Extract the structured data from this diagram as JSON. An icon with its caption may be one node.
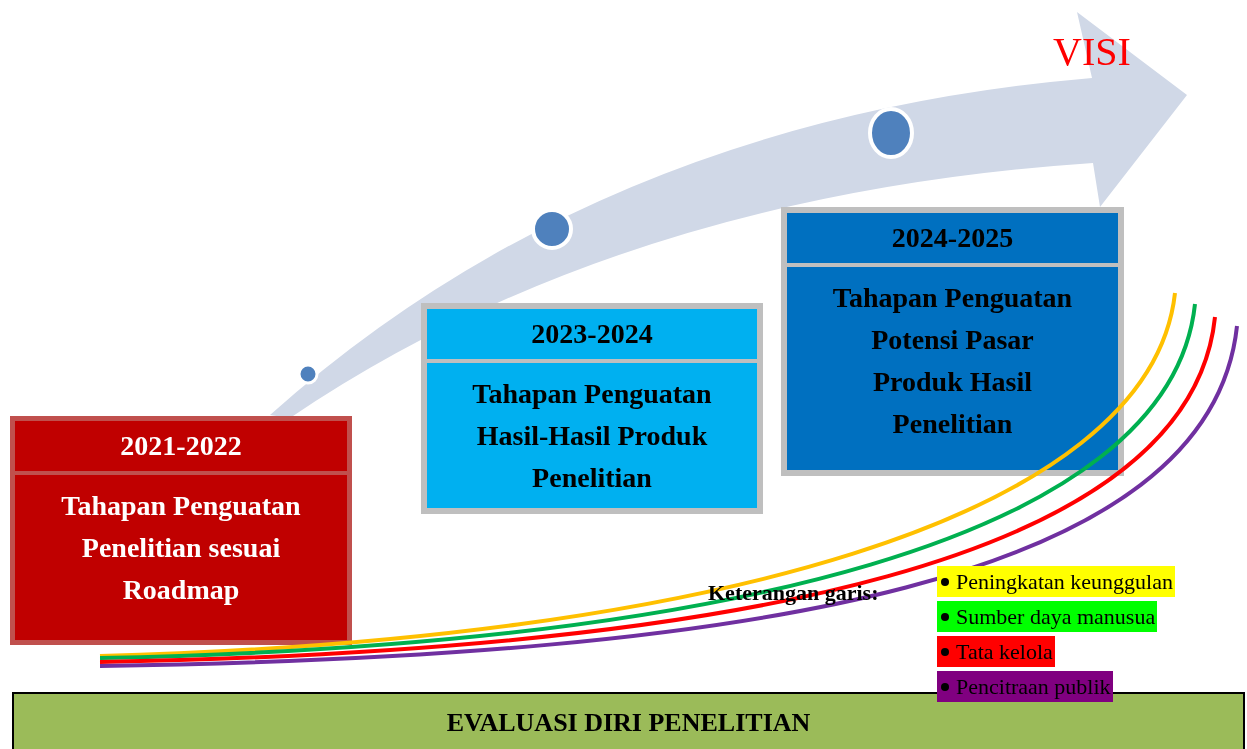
{
  "diagram": {
    "nodes": [
      {
        "text": [
          "2021-2022",
          "Tahapan Penguatan Penelitian sesuai Roadmap"
        ]
      },
      {
        "text": [
          "2023-2024",
          "Tahapan Penguatan Hasil-Hasil Produk Penelitian"
        ]
      },
      {
        "text": [
          "2024-2025",
          "Tahapan Penguatan Potensi Pasar Produk Hasil Penelitian"
        ]
      },
      {
        "text": [
          "EVALUASI DIRI PENELITIAN"
        ]
      }
    ],
    "edges": [],
    "labels": [
      "VISI",
      "Keterangan garis:"
    ],
    "legend": [
      {
        "text": "Peningkatan keunggulan",
        "color": "#ffff00"
      },
      {
        "text": "Sumber daya manusua",
        "color": "#00ff00"
      },
      {
        "text": "Tata kelola",
        "color": "#ff0000"
      },
      {
        "text": "Pencitraan publik",
        "color": "#800080"
      }
    ]
  }
}
